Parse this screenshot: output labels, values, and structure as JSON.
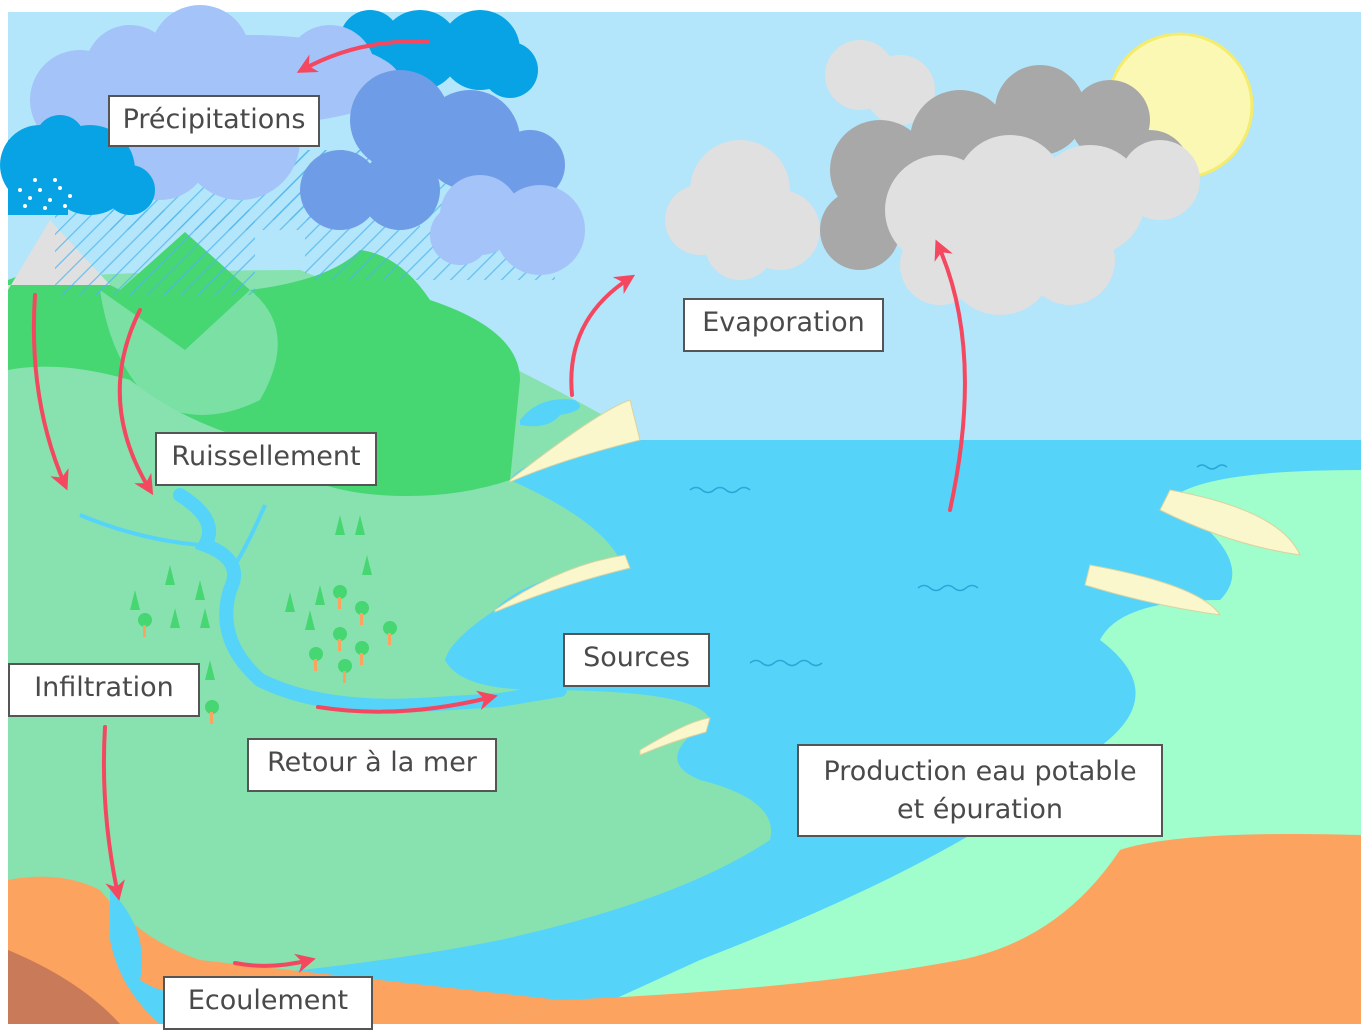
{
  "labels": {
    "precipitations": "Précipitations",
    "evaporation": "Evaporation",
    "ruissellement": "Ruissellement",
    "sources": "Sources",
    "infiltration": "Infiltration",
    "retour_mer": "Retour à la mer",
    "production_line1": "Production eau potable",
    "production_line2": "et épuration",
    "ecoulement": "Ecoulement"
  },
  "colors": {
    "sky": "#b3e5fb",
    "sea": "#56d3f8",
    "land_light": "#87e2b0",
    "hills_dark": "#46d672",
    "ground_right": "#9ffecb",
    "soil": "#fca35f",
    "arrow": "#f44860",
    "sun": "#fbf8b4",
    "cloud_grey": "#e0e0e0",
    "cloud_dark_grey": "#a8a8a8",
    "rain_cloud_light": "#a4c3f9",
    "rain_cloud_blue": "#6f9ce6",
    "rain_cloud_cyan": "#08a3e4",
    "beach": "#fbf7cc"
  }
}
